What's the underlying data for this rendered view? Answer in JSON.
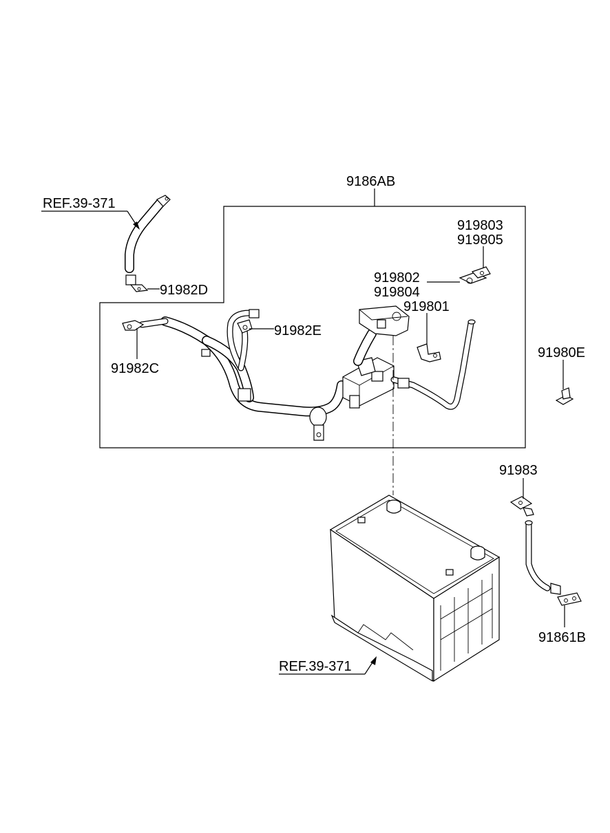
{
  "labels": {
    "ref_top": "REF.39-371",
    "ref_bottom": "REF.39-371",
    "assy": "9186AB",
    "p919803": "919803",
    "p919805": "919805",
    "p919802": "919802",
    "p919804": "919804",
    "p919801": "919801",
    "p91982D": "91982D",
    "p91982E": "91982E",
    "p91982C": "91982C",
    "p91980E": "91980E",
    "p91983": "91983",
    "p91861B": "91861B"
  }
}
